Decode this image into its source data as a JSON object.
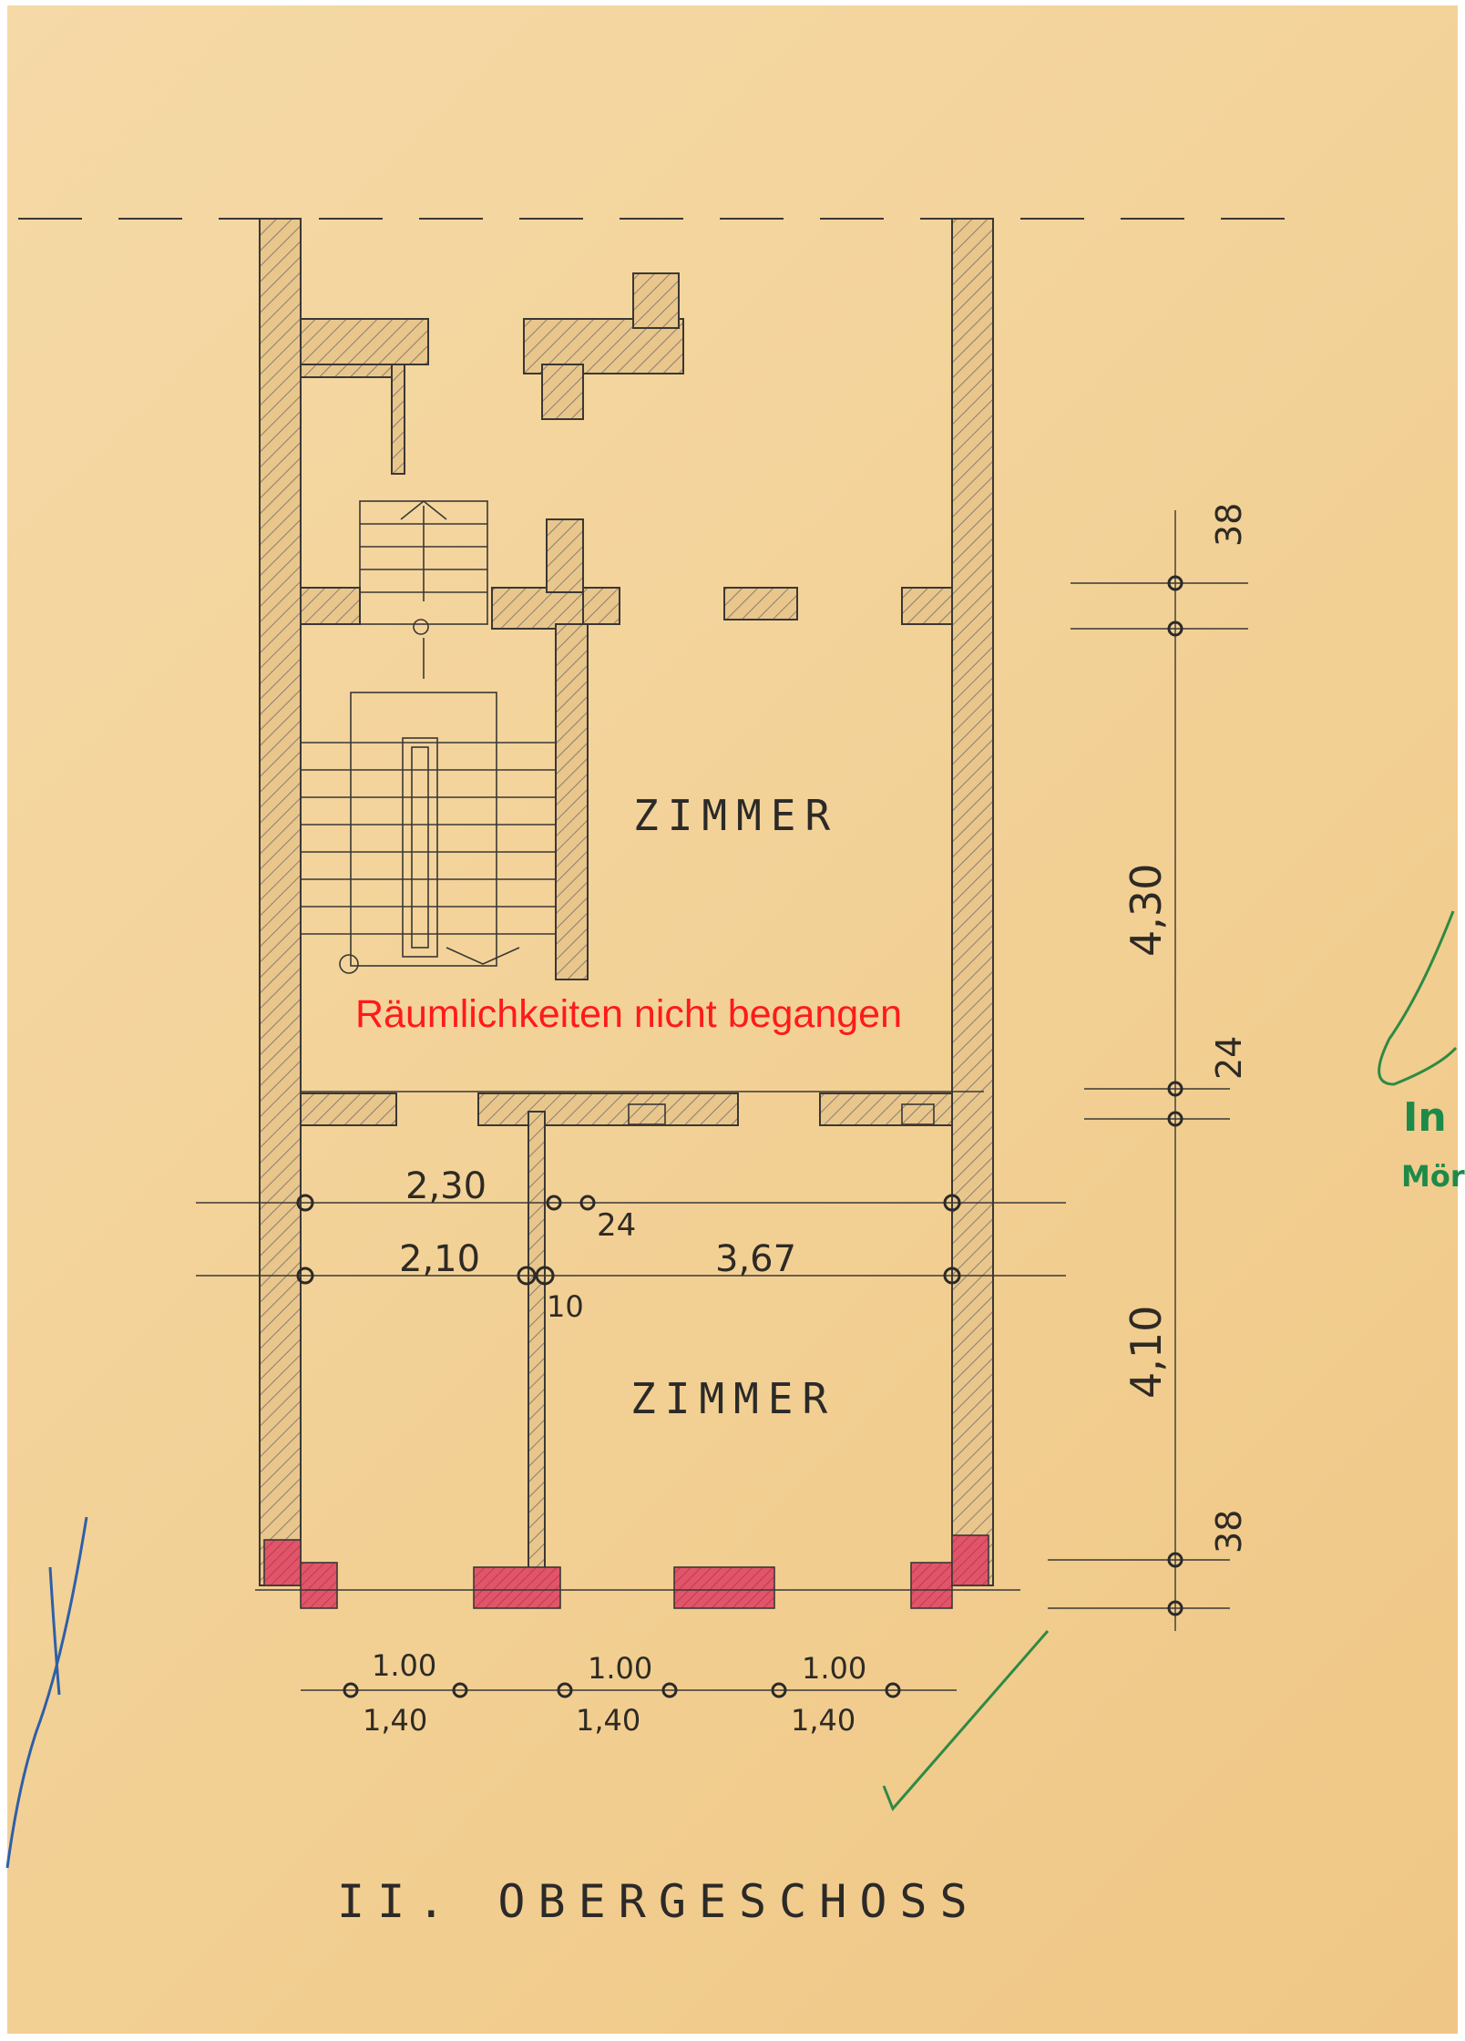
{
  "plan": {
    "room_upper": "ZIMMER",
    "room_lower": "ZIMMER",
    "note": "Räumlichkeiten nicht begangen",
    "floor_title": "II. OBERGESCHOSS"
  },
  "dimensions": {
    "d_230": "2,30",
    "d_210": "2,10",
    "d_24_mid": "24",
    "d_10": "10",
    "d_367": "3,67",
    "d_38_top": "38",
    "d_430": "4,30",
    "d_24_right": "24",
    "d_410": "4,10",
    "d_38_bottom": "38",
    "win1_top": "1.00",
    "win1_bottom": "1,40",
    "win2_top": "1.00",
    "win2_bottom": "1,40",
    "win3_top": "1.00",
    "win3_bottom": "1,40"
  },
  "stamp": {
    "line1": "In",
    "line2": "Mör"
  },
  "colors": {
    "paper": "#f3d39a",
    "pencil": "#3a3835",
    "hatch": "#8a7f70",
    "red_wall": "#e0556a",
    "note_red": "#ff1a1a",
    "stamp_green": "#1d8a4a",
    "ink_blue": "#2f5fa8"
  }
}
